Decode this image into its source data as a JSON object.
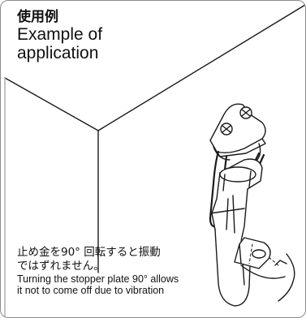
{
  "title": {
    "jp": "使用例",
    "en_line1": "Example of",
    "en_line2": "application"
  },
  "caption": {
    "jp_line1": "止め金を90° 回転すると振動",
    "jp_line2": "ではずれません。",
    "en_line1": "Turning the stopper plate 90° allows",
    "en_line2": "it not to come off due to vibration"
  }
}
